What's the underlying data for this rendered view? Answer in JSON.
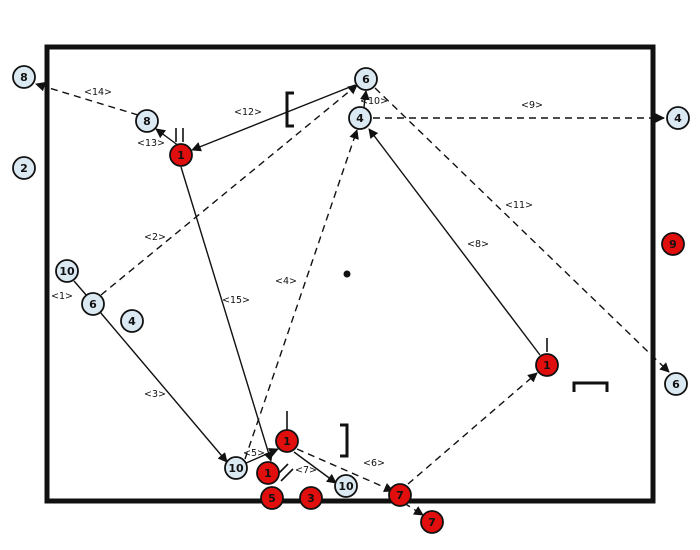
{
  "colors": {
    "teal_fill": "#dbe9f3",
    "red_fill": "#e10e0e",
    "line": "#111111",
    "court_border": "#111111"
  },
  "players": [
    {
      "id": "p-8-top-left",
      "team": "blue",
      "number": "8"
    },
    {
      "id": "p-2-left",
      "team": "blue",
      "number": "2"
    },
    {
      "id": "p-8-inner",
      "team": "blue",
      "number": "8"
    },
    {
      "id": "p-1-red-top",
      "team": "red",
      "number": "1"
    },
    {
      "id": "p-6-top",
      "team": "blue",
      "number": "6"
    },
    {
      "id": "p-4-top",
      "team": "blue",
      "number": "4"
    },
    {
      "id": "p-4-right",
      "team": "blue",
      "number": "4"
    },
    {
      "id": "p-9-red-right",
      "team": "red",
      "number": "9"
    },
    {
      "id": "p-6-right",
      "team": "blue",
      "number": "6"
    },
    {
      "id": "p-1-red-right",
      "team": "red",
      "number": "1"
    },
    {
      "id": "p-10-left",
      "team": "blue",
      "number": "10"
    },
    {
      "id": "p-6-left",
      "team": "blue",
      "number": "6"
    },
    {
      "id": "p-4-left",
      "team": "blue",
      "number": "4"
    },
    {
      "id": "p-10-bottom",
      "team": "blue",
      "number": "10"
    },
    {
      "id": "p-1-red-bottom",
      "team": "red",
      "number": "1"
    },
    {
      "id": "p-1-red-bottom-small",
      "team": "red",
      "number": "1"
    },
    {
      "id": "p-5-red",
      "team": "red",
      "number": "5"
    },
    {
      "id": "p-3-red",
      "team": "red",
      "number": "3"
    },
    {
      "id": "p-10-bottom-right",
      "team": "blue",
      "number": "10"
    },
    {
      "id": "p-7-red",
      "team": "red",
      "number": "7"
    },
    {
      "id": "p-7-red-out",
      "team": "red",
      "number": "7"
    }
  ],
  "moves": [
    {
      "label": "<1>"
    },
    {
      "label": "<2>"
    },
    {
      "label": "<3>"
    },
    {
      "label": "<4>"
    },
    {
      "label": "<5>"
    },
    {
      "label": "<6>"
    },
    {
      "label": "<7>"
    },
    {
      "label": "<8>"
    },
    {
      "label": "<9>"
    },
    {
      "label": "<10>"
    },
    {
      "label": "<11>"
    },
    {
      "label": "<12>"
    },
    {
      "label": "<13>"
    },
    {
      "label": "<14>"
    },
    {
      "label": "<15>"
    }
  ]
}
